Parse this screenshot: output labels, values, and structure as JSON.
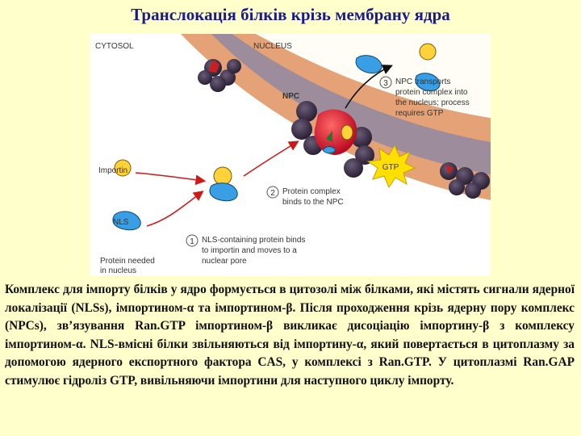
{
  "title": "Транслокація білків крізь мембрану ядра",
  "figure": {
    "labels": {
      "cytosol": "CYTOSOL",
      "nucleus": "NUCLEUS",
      "npc": "NPC",
      "gtp": "GTP",
      "importin": "Importin",
      "nls": "NLS",
      "protein_needed_1": "Protein needed",
      "protein_needed_2": "in nucleus"
    },
    "steps": [
      {
        "number": "1",
        "lines": [
          "NLS-containing protein binds",
          "to importin and moves to a",
          "nuclear pore"
        ]
      },
      {
        "number": "2",
        "lines": [
          "Protein complex",
          "binds to the NPC"
        ]
      },
      {
        "number": "3",
        "lines": [
          "NPC transports",
          "protein complex into",
          "the nucleus; process",
          "requires GTP"
        ]
      }
    ]
  },
  "caption": "Комплекс для імпорту білків у ядро формується в цитозолі між білками, які містять сигнали ядерної локалізації (NLSs), імпортином-α та імпортином-β. Після проходження крізь ядерну пору комплекс (NPCs), зв’язування Ran.GTP імпортином-β викликає дисоціацію імпортину-β з комплексу імпортином-α. NLS-вмісні білки звільняються від імпортину-α, який повертається в цитоплазму за допомогою ядерного експортного фактора CAS, у комплексі з Ran.GTP. У цитоплазмі Ran.GAP стимулює гідроліз GTP, вивільняючи імпортини для наступного циклу імпорту."
}
